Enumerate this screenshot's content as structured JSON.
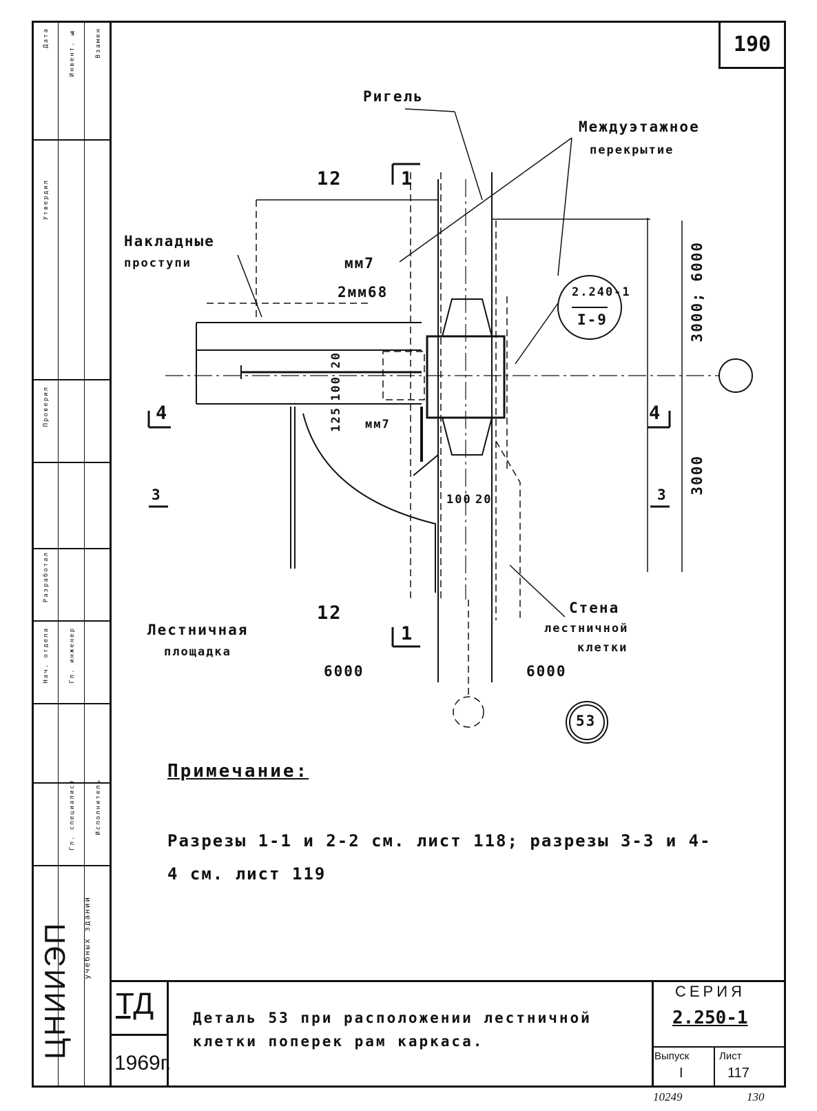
{
  "sheet_number": "190",
  "drawing": {
    "rigel_label": "Ригель",
    "floor_label_1": "Междуэтажное",
    "floor_label_2": "перекрытие",
    "treads_label_1": "Накладные",
    "treads_label_2": "проступи",
    "mark_mm7_top": "мм7",
    "mark_2mm68": "2мм68",
    "mark_mm7_bottom": "мм7",
    "node_ref_top": "2.240-1",
    "node_ref_bottom": "I-9",
    "dim_vertical_top": "3000; 6000",
    "dim_vertical_bottom": "3000",
    "dim_100": "100",
    "dim_20": "20",
    "dim_125": "125",
    "dim_100_b": "100",
    "dim_20_b": "20",
    "axis_12_top": "12",
    "axis_12_bottom": "12",
    "section_1_top": "1",
    "section_1_bottom": "1",
    "section_4_left": "4",
    "section_4_right": "4",
    "section_3_left": "3",
    "section_3_right": "3",
    "span_left": "6000",
    "span_right": "6000",
    "landing_label_1": "Лестничная",
    "landing_label_2": "площадка",
    "wall_label_1": "Стена",
    "wall_label_2": "лестничной",
    "wall_label_3": "клетки",
    "detail_number": "53"
  },
  "note": {
    "title": "Примечание:",
    "text": "Разрезы 1-1 и 2-2 см. лист 118; разрезы 3-3 и 4-4 см. лист 119"
  },
  "sidebar": {
    "org": "ЦНИИЭП",
    "org_sub": "учебных зданий",
    "col_labels": [
      "Дата",
      "Инвент. №",
      "Взамен",
      "Утвердил",
      "Проверил",
      "Разработал",
      "Нач. отдела",
      "Гл. инженер",
      "Гл. специалист",
      "Исполнитель"
    ]
  },
  "title_block": {
    "td": "ТД",
    "year": "1969г.",
    "title_line1": "Деталь 53 при расположении лестничной",
    "title_line2": "клетки поперек рам каркаса.",
    "series_label": "СЕРИЯ",
    "series_code": "2.250-1",
    "issue_label": "Выпуск",
    "issue_value": "I",
    "sheet_label": "Лист",
    "sheet_value": "117"
  },
  "footer": {
    "left": "10249",
    "right": "130"
  }
}
